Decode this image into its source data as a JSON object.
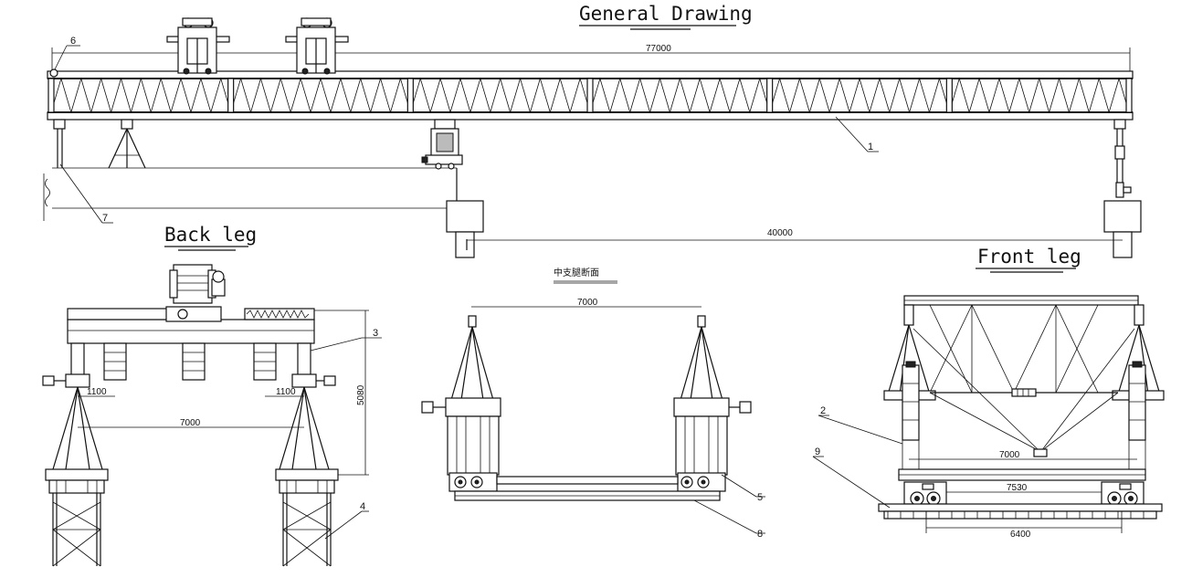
{
  "titles": {
    "general": "General Drawing",
    "back_leg": "Back leg",
    "front_leg": "Front leg",
    "middle_small": "中支腿断面"
  },
  "dimensions": {
    "total_length": "77000",
    "span": "40000",
    "back_width": "7000",
    "back_offset_left": "1100",
    "back_offset_right": "1100",
    "back_height": "5080",
    "mid_width": "7000",
    "front_inner": "7000",
    "front_outer": "7530",
    "front_bottom": "6400"
  },
  "part_numbers": {
    "p1": "1",
    "p2": "2",
    "p3": "3",
    "p4": "4",
    "p5": "5",
    "p6": "6",
    "p7": "7",
    "p8": "8",
    "p9": "9"
  }
}
